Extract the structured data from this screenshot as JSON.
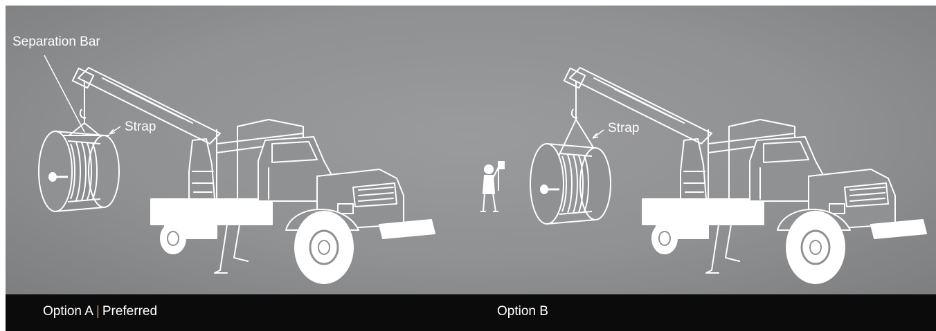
{
  "labels": {
    "separation_bar": "Separation Bar",
    "strap_a": "Strap",
    "strap_b": "Strap"
  },
  "captions": {
    "option_a": "Option A",
    "option_a_separator": "|",
    "option_a_note": "Preferred",
    "option_b": "Option B"
  },
  "colors": {
    "scene_background": "#909193",
    "caption_bar": "#0b0b0b",
    "line_art": "#ffffff",
    "separator_accent": "#d2875c"
  }
}
